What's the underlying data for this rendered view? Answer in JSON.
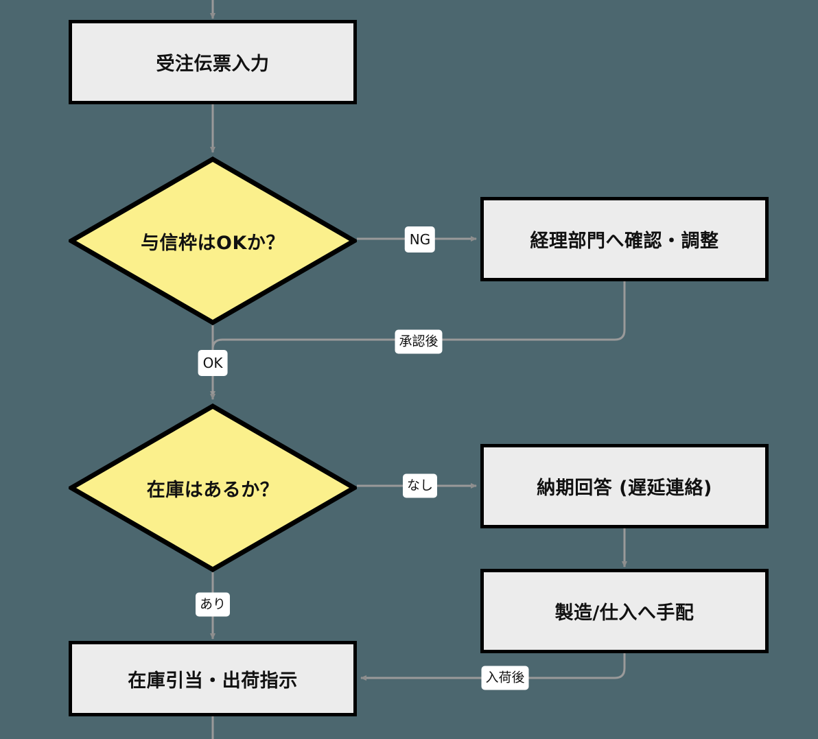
{
  "diagram": {
    "type": "flowchart",
    "title": "",
    "background_color": "#4c676f",
    "process_fill": "#ececec",
    "process_stroke": "#000000",
    "decision_fill": "#fbf08c",
    "decision_stroke": "#000000",
    "edge_color": "#9a9a9a",
    "label_background": "#ffffff"
  },
  "nodes": {
    "order_entry": {
      "label": "受注伝票入力",
      "shape": "process"
    },
    "credit_check": {
      "label": "与信枠はOKか？",
      "shape": "decision"
    },
    "accounting_adjust": {
      "label": "経理部門へ確認・調整",
      "shape": "process"
    },
    "stock_check": {
      "label": "在庫はあるか？",
      "shape": "decision"
    },
    "delivery_reply": {
      "label": "納期回答 (遅延連絡)",
      "shape": "process"
    },
    "manufacture_order": {
      "label": "製造/仕入へ手配",
      "shape": "process"
    },
    "stock_allocation": {
      "label": "在庫引当・出荷指示",
      "shape": "process"
    }
  },
  "edge_labels": {
    "ng": "NG",
    "after_approval": "承認後",
    "ok": "OK",
    "none": "なし",
    "exists": "あり",
    "after_arrival": "入荷後"
  }
}
